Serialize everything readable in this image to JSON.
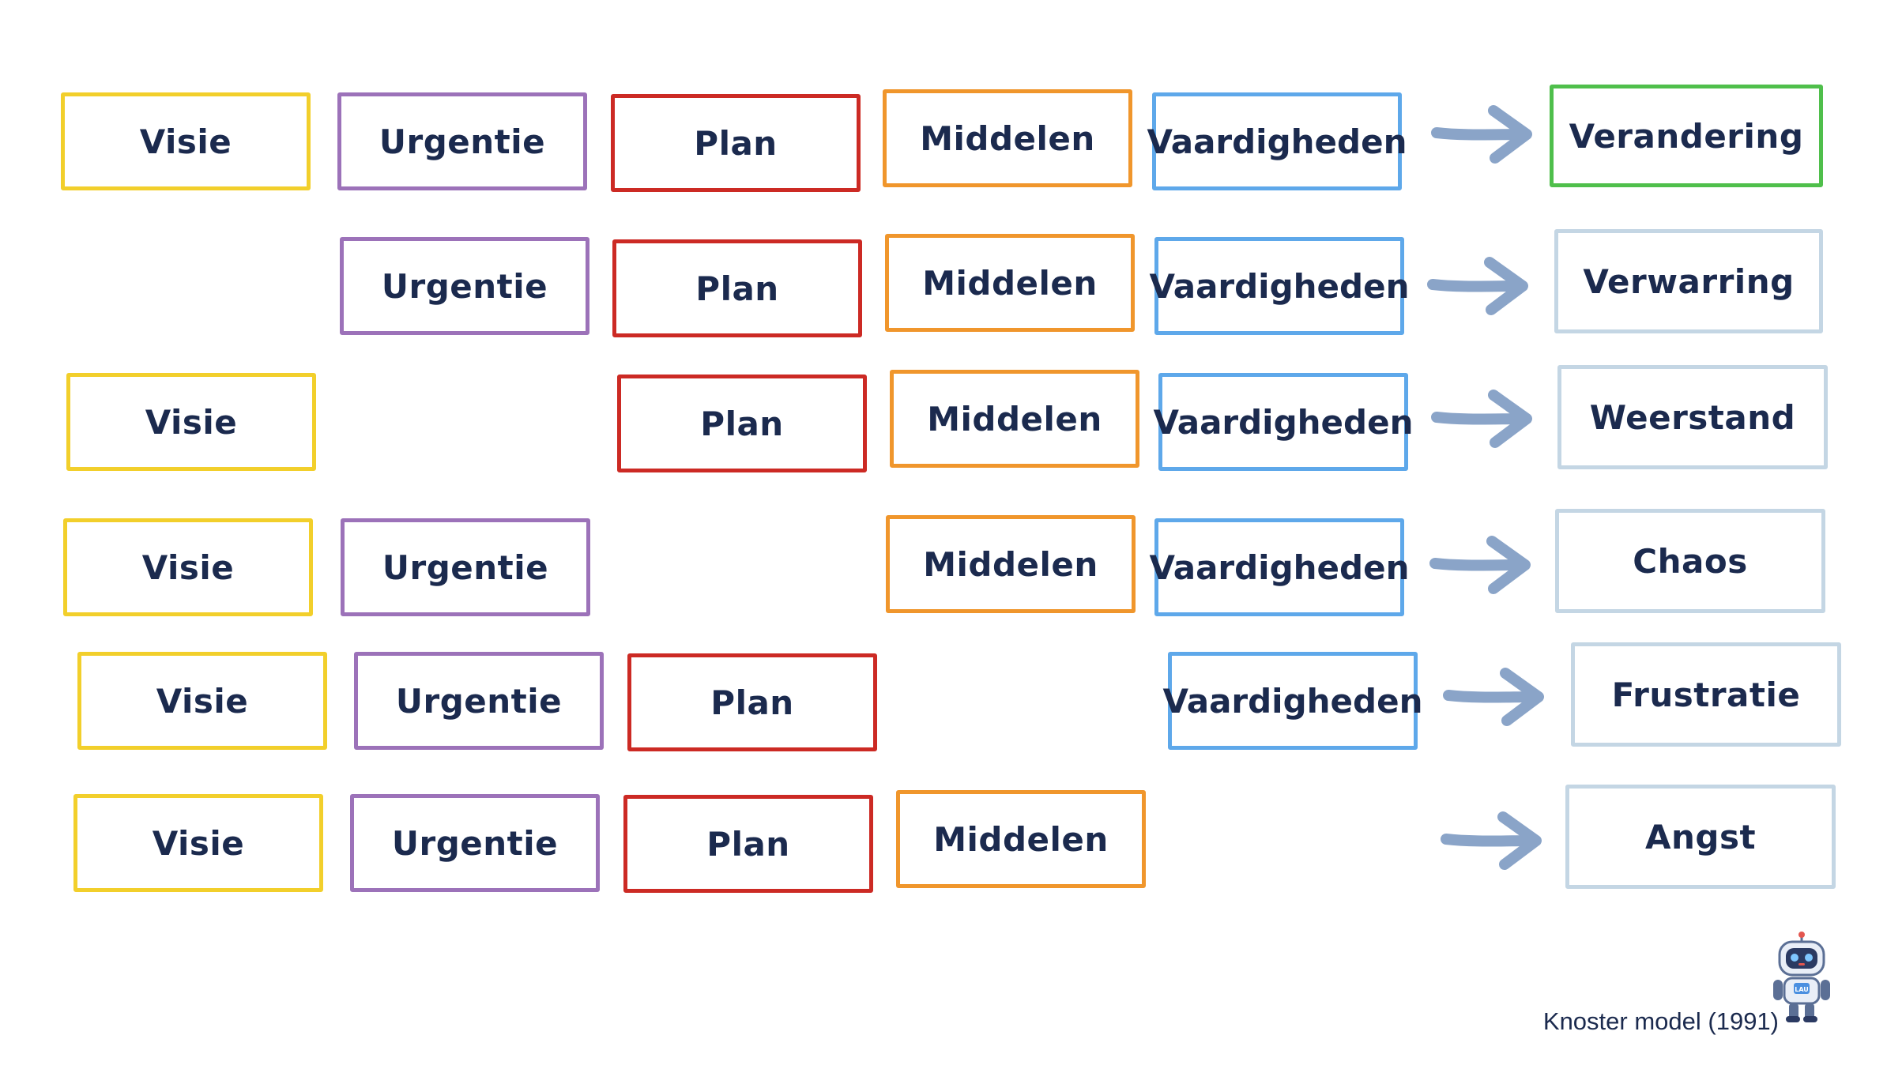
{
  "colors": {
    "visie": "#f2cf2b",
    "urgentie": "#9c72b9",
    "plan": "#cc2a24",
    "middelen": "#f0962c",
    "vaardigheden": "#5ea8ea",
    "success": "#4fbf4b",
    "result": "#c4d6e4",
    "arrow": "#8aa4c8",
    "text": "#1b2a4e"
  },
  "rows": [
    {
      "visie": "Visie",
      "urgentie": "Urgentie",
      "plan": "Plan",
      "middelen": "Middelen",
      "vaardigheden": "Vaardigheden",
      "result": "Verandering"
    },
    {
      "urgentie": "Urgentie",
      "plan": "Plan",
      "middelen": "Middelen",
      "vaardigheden": "Vaardigheden",
      "result": "Verwarring"
    },
    {
      "visie": "Visie",
      "plan": "Plan",
      "middelen": "Middelen",
      "vaardigheden": "Vaardigheden",
      "result": "Weerstand"
    },
    {
      "visie": "Visie",
      "urgentie": "Urgentie",
      "middelen": "Middelen",
      "vaardigheden": "Vaardigheden",
      "result": "Chaos"
    },
    {
      "visie": "Visie",
      "urgentie": "Urgentie",
      "plan": "Plan",
      "vaardigheden": "Vaardigheden",
      "result": "Frustratie"
    },
    {
      "visie": "Visie",
      "urgentie": "Urgentie",
      "plan": "Plan",
      "middelen": "Middelen",
      "result": "Angst"
    }
  ],
  "source": "Knoster model (1991)",
  "robot_badge": "LAU",
  "icons": {
    "arrow": "arrow-right-icon",
    "mascot": "robot-mascot-icon"
  }
}
